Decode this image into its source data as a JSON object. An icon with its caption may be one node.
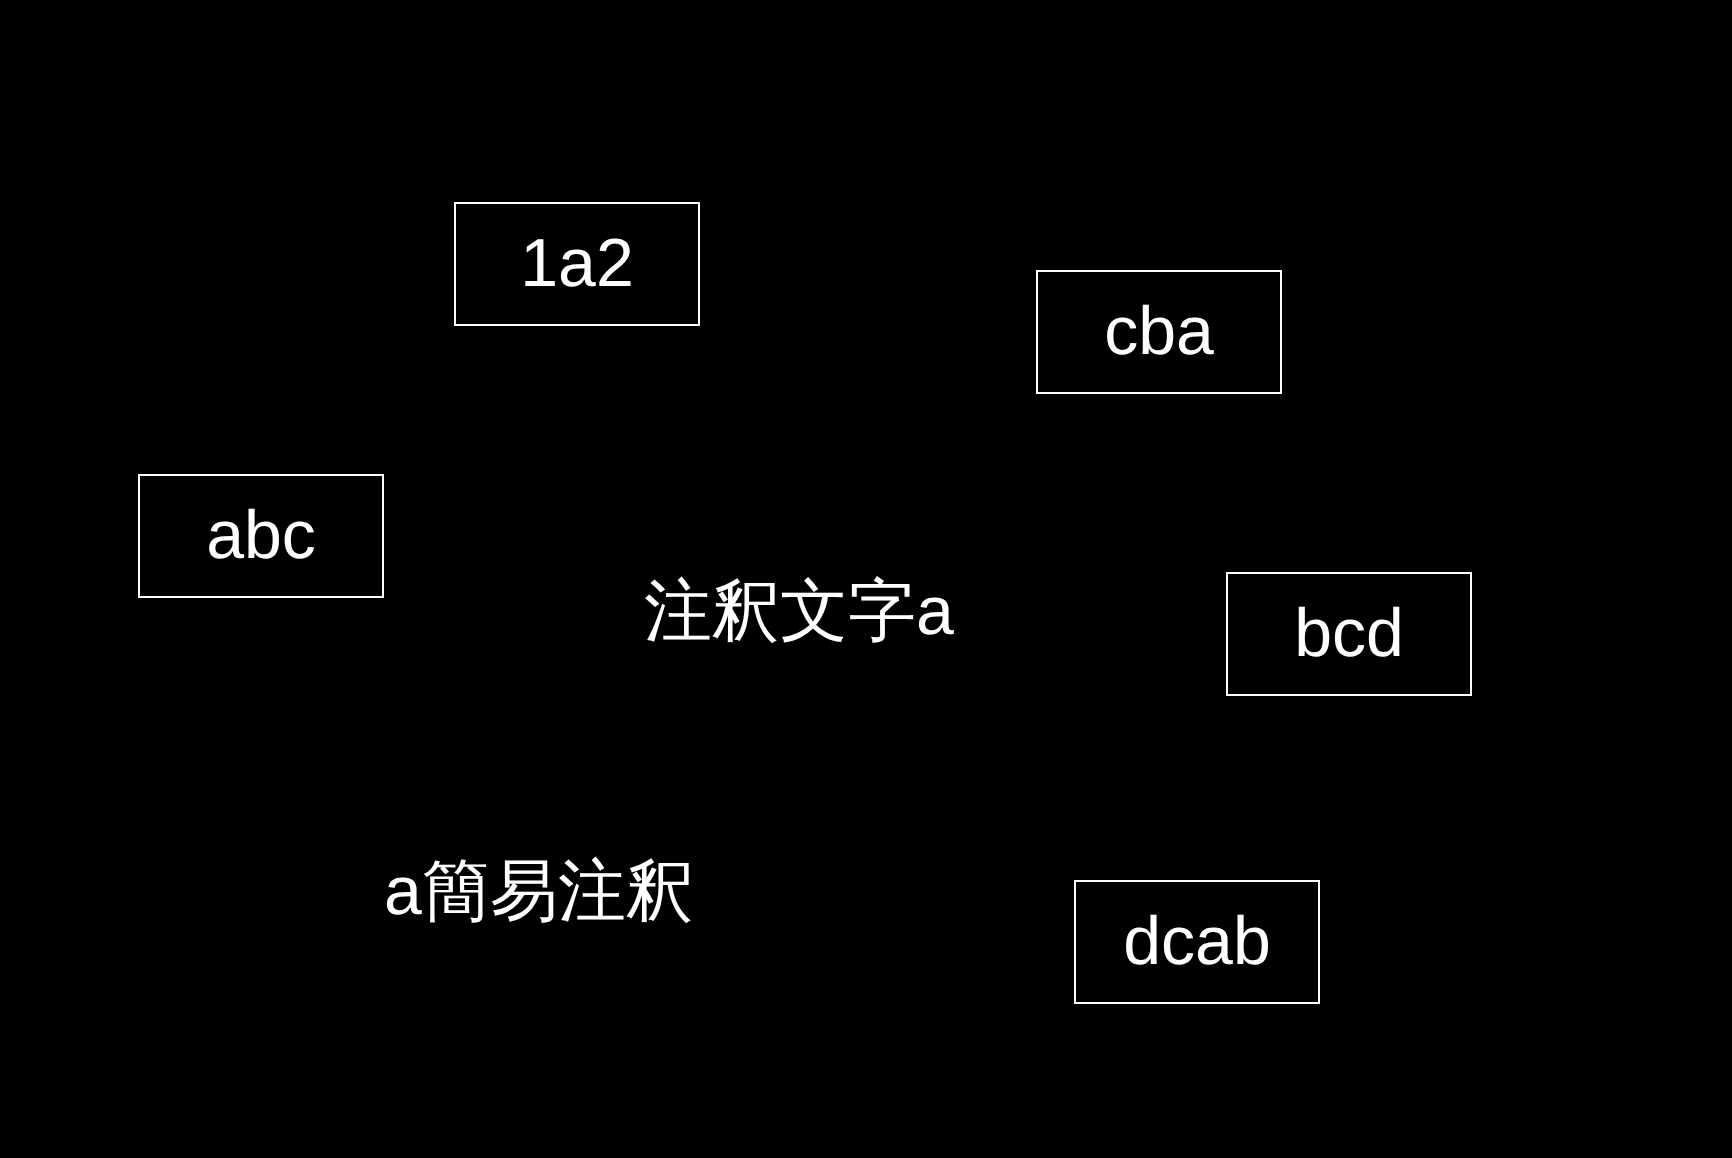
{
  "diagram": {
    "nodes": [
      {
        "text": [
          "1a2"
        ]
      },
      {
        "text": [
          "cba"
        ]
      },
      {
        "text": [
          "abc"
        ]
      },
      {
        "text": [
          "bcd"
        ]
      },
      {
        "text": [
          "dcab"
        ]
      }
    ],
    "labels": [
      "注釈文字a",
      "a簡易注釈"
    ]
  }
}
